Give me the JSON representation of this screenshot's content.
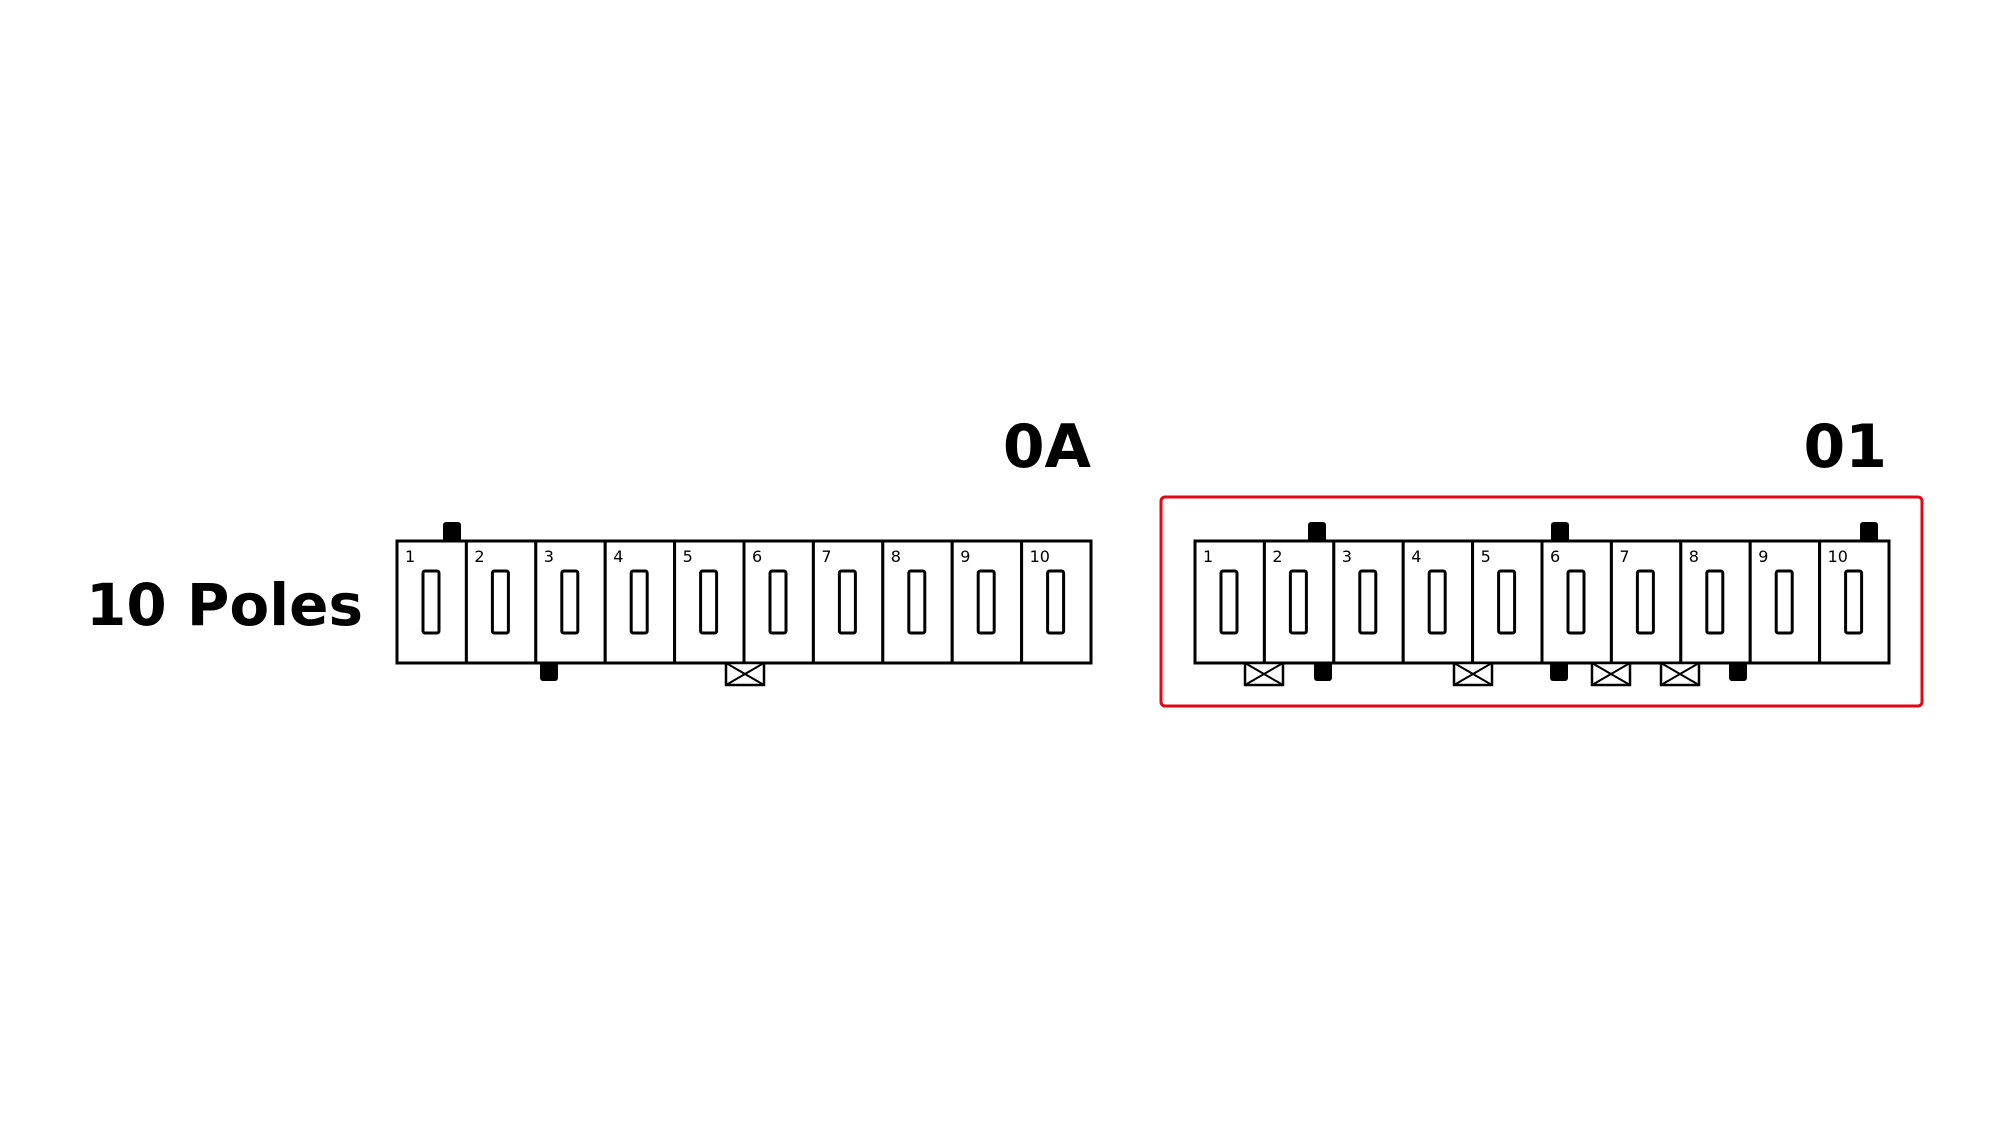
{
  "diagram": {
    "row_label": "10 Poles",
    "highlight_color": "#e30613",
    "connectors": [
      {
        "label": "0A",
        "highlighted": false,
        "pins": [
          "1",
          "2",
          "3",
          "4",
          "5",
          "6",
          "7",
          "8",
          "9",
          "10"
        ]
      },
      {
        "label": "01",
        "highlighted": true,
        "pins": [
          "1",
          "2",
          "3",
          "4",
          "5",
          "6",
          "7",
          "8",
          "9",
          "10"
        ]
      }
    ]
  }
}
